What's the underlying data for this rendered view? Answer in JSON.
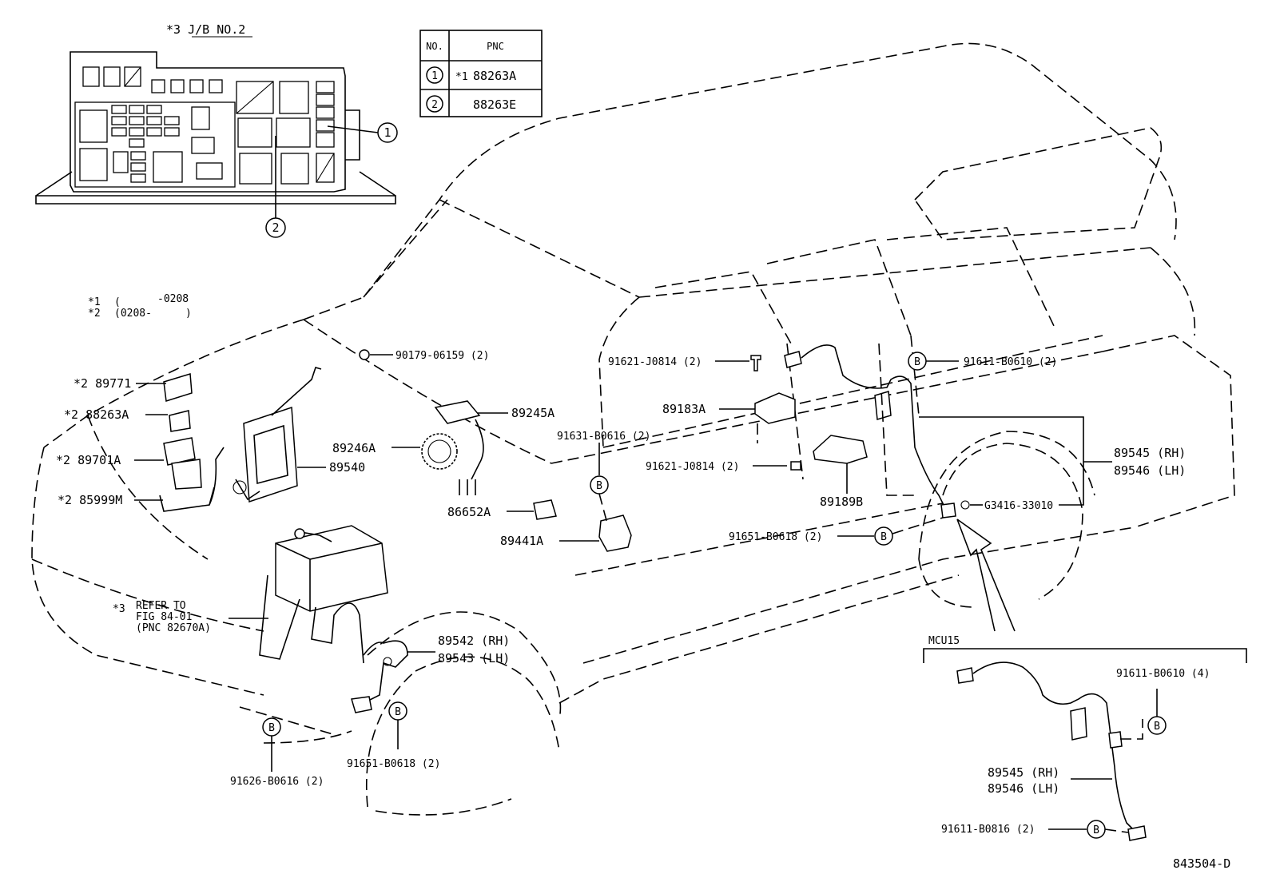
{
  "jb": {
    "title": "*3 J/B NO.2"
  },
  "pnc_table": {
    "header_no": "NO.",
    "header_pnc": "PNC",
    "rows": [
      {
        "no": "1",
        "prefix": "*1",
        "pnc": "88263A"
      },
      {
        "no": "2",
        "prefix": "",
        "pnc": "88263E"
      }
    ]
  },
  "footnotes": {
    "n1_mark": "*1",
    "n1_paren": "(",
    "n1_range": "-0208",
    "n1_close": "",
    "n2_mark": "*2",
    "n2_paren": "(0208-",
    "n2_close": ")"
  },
  "callouts": {
    "c1": "1",
    "c2": "2",
    "b": "B"
  },
  "labels": {
    "p89771": "*2 89771",
    "p88263A": "*2 88263A",
    "p89701A": "*2 89701A",
    "p85999M": "*2 85999M",
    "p90179": "90179-06159 (2)",
    "p89245A": "89245A",
    "p89246A": "89246A",
    "p89540": "89540",
    "p86652A": "86652A",
    "p89441A": "89441A",
    "refer_mark": "*3",
    "refer_l1": "REFER TO",
    "refer_l2": "FIG 84-01",
    "refer_l3": "(PNC 82670A)",
    "p89542": "89542 (RH)",
    "p89543": "89543 (LH)",
    "p91626": "91626-B0616 (2)",
    "p91651a": "91651-B0618 (2)",
    "p91621a": "91621-J0814 (2)",
    "p89183A": "89183A",
    "p91631": "91631-B0616 (2)",
    "p91621b": "91621-J0814 (2)",
    "p89189B": "89189B",
    "p91651b": "91651-B0618 (2)",
    "p91611a": "91611-B0610 (2)",
    "p89545": "89545 (RH)",
    "p89546": "89546 (LH)",
    "pG3416": "G3416-33010",
    "mcu15": "MCU15",
    "p91611b": "91611-B0610 (4)",
    "p89545b": "89545 (RH)",
    "p89546b": "89546 (LH)",
    "p91611c": "91611-B0816 (2)",
    "figure_no": "843504-D"
  }
}
